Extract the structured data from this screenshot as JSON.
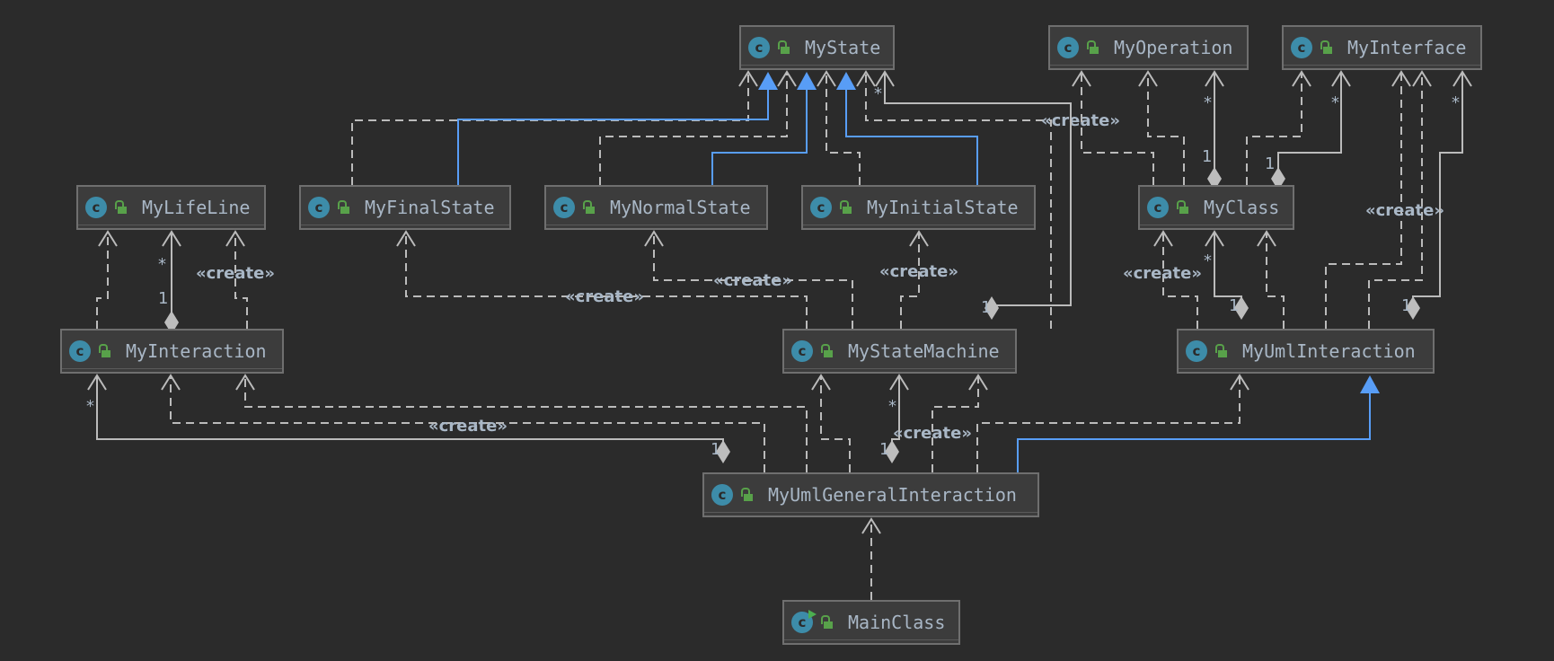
{
  "diagram": {
    "type": "uml-class-diagram",
    "colors": {
      "background": "#2b2b2b",
      "node_fill": "#3c3c3c",
      "node_border": "#6f6f6f",
      "text": "#a9b7c6",
      "class_icon": "#3d8ca9",
      "visibility_icon": "#58a14a",
      "dependency_line": "#bbbbbb",
      "inheritance_line": "#589df6"
    },
    "stereotype_create": "«create»",
    "nodes": [
      {
        "id": "MyState",
        "label": "MyState",
        "icon": "class-icon"
      },
      {
        "id": "MyOperation",
        "label": "MyOperation",
        "icon": "class-icon"
      },
      {
        "id": "MyInterface",
        "label": "MyInterface",
        "icon": "class-icon"
      },
      {
        "id": "MyLifeLine",
        "label": "MyLifeLine",
        "icon": "class-icon"
      },
      {
        "id": "MyFinalState",
        "label": "MyFinalState",
        "icon": "class-icon"
      },
      {
        "id": "MyNormalState",
        "label": "MyNormalState",
        "icon": "class-icon"
      },
      {
        "id": "MyInitialState",
        "label": "MyInitialState",
        "icon": "class-icon"
      },
      {
        "id": "MyClass",
        "label": "MyClass",
        "icon": "class-icon"
      },
      {
        "id": "MyInteraction",
        "label": "MyInteraction",
        "icon": "class-icon"
      },
      {
        "id": "MyStateMachine",
        "label": "MyStateMachine",
        "icon": "class-icon"
      },
      {
        "id": "MyUmlInteraction",
        "label": "MyUmlInteraction",
        "icon": "class-icon"
      },
      {
        "id": "MyUmlGeneralInteraction",
        "label": "MyUmlGeneralInteraction",
        "icon": "class-icon"
      },
      {
        "id": "MainClass",
        "label": "MainClass",
        "icon": "main-class-icon"
      }
    ],
    "edges": [
      {
        "from": "MyFinalState",
        "to": "MyState",
        "kind": "dependency"
      },
      {
        "from": "MyFinalState",
        "to": "MyState",
        "kind": "inheritance"
      },
      {
        "from": "MyNormalState",
        "to": "MyState",
        "kind": "dependency"
      },
      {
        "from": "MyNormalState",
        "to": "MyState",
        "kind": "inheritance"
      },
      {
        "from": "MyInitialState",
        "to": "MyState",
        "kind": "dependency"
      },
      {
        "from": "MyInitialState",
        "to": "MyState",
        "kind": "inheritance"
      },
      {
        "from": "MyStateMachine",
        "to": "MyState",
        "kind": "dependency",
        "label": "«create»"
      },
      {
        "from": "MyStateMachine",
        "to": "MyState",
        "kind": "composition",
        "source_mult": "1",
        "target_mult": "*"
      },
      {
        "from": "MyInteraction",
        "to": "MyLifeLine",
        "kind": "dependency"
      },
      {
        "from": "MyInteraction",
        "to": "MyLifeLine",
        "kind": "composition",
        "source_mult": "1",
        "target_mult": "*"
      },
      {
        "from": "MyInteraction",
        "to": "MyLifeLine",
        "kind": "dependency",
        "label": "«create»"
      },
      {
        "from": "MyStateMachine",
        "to": "MyFinalState",
        "kind": "dependency",
        "label": "«create»"
      },
      {
        "from": "MyStateMachine",
        "to": "MyNormalState",
        "kind": "dependency",
        "label": "«create»"
      },
      {
        "from": "MyStateMachine",
        "to": "MyInitialState",
        "kind": "dependency",
        "label": "«create»"
      },
      {
        "from": "MyClass",
        "to": "MyOperation",
        "kind": "dependency"
      },
      {
        "from": "MyClass",
        "to": "MyOperation",
        "kind": "dependency"
      },
      {
        "from": "MyClass",
        "to": "MyOperation",
        "kind": "composition",
        "source_mult": "1",
        "target_mult": "*"
      },
      {
        "from": "MyClass",
        "to": "MyInterface",
        "kind": "dependency"
      },
      {
        "from": "MyClass",
        "to": "MyInterface",
        "kind": "composition",
        "source_mult": "1",
        "target_mult": "*"
      },
      {
        "from": "MyUmlInteraction",
        "to": "MyClass",
        "kind": "dependency",
        "label": "«create»"
      },
      {
        "from": "MyUmlInteraction",
        "to": "MyClass",
        "kind": "composition",
        "source_mult": "1",
        "target_mult": "*"
      },
      {
        "from": "MyUmlInteraction",
        "to": "MyClass",
        "kind": "dependency"
      },
      {
        "from": "MyUmlInteraction",
        "to": "MyInterface",
        "kind": "dependency"
      },
      {
        "from": "MyUmlInteraction",
        "to": "MyInterface",
        "kind": "dependency",
        "label": "«create»"
      },
      {
        "from": "MyUmlInteraction",
        "to": "MyInterface",
        "kind": "composition",
        "source_mult": "1",
        "target_mult": "*"
      },
      {
        "from": "MyUmlGeneralInteraction",
        "to": "MyInteraction",
        "kind": "composition",
        "source_mult": "1",
        "target_mult": "*"
      },
      {
        "from": "MyUmlGeneralInteraction",
        "to": "MyInteraction",
        "kind": "dependency",
        "label": "«create»"
      },
      {
        "from": "MyUmlGeneralInteraction",
        "to": "MyInteraction",
        "kind": "dependency"
      },
      {
        "from": "MyUmlGeneralInteraction",
        "to": "MyStateMachine",
        "kind": "dependency"
      },
      {
        "from": "MyUmlGeneralInteraction",
        "to": "MyStateMachine",
        "kind": "composition",
        "source_mult": "1",
        "target_mult": "*"
      },
      {
        "from": "MyUmlGeneralInteraction",
        "to": "MyStateMachine",
        "kind": "dependency",
        "label": "«create»"
      },
      {
        "from": "MyUmlGeneralInteraction",
        "to": "MyUmlInteraction",
        "kind": "dependency"
      },
      {
        "from": "MyUmlGeneralInteraction",
        "to": "MyUmlInteraction",
        "kind": "inheritance"
      },
      {
        "from": "MainClass",
        "to": "MyUmlGeneralInteraction",
        "kind": "dependency"
      }
    ]
  }
}
